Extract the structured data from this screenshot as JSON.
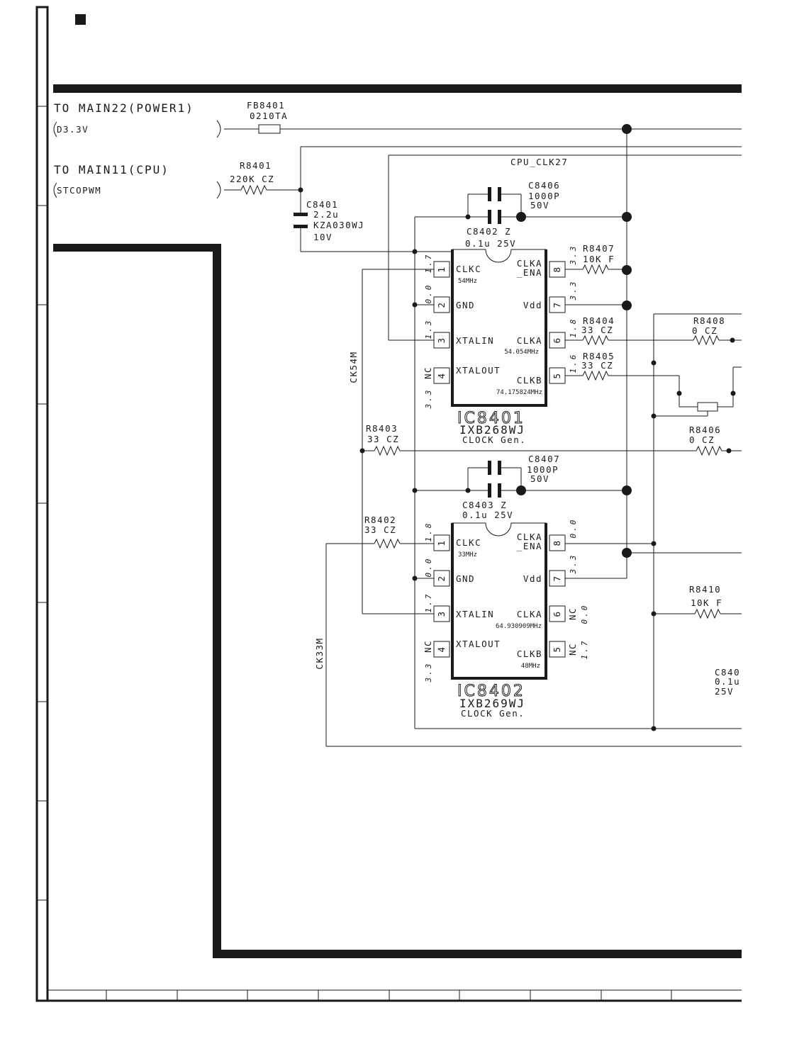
{
  "connectors": {
    "power": {
      "title": "TO MAIN22(POWER1)",
      "signal": "D3.3V"
    },
    "cpu": {
      "title": "TO MAIN11(CPU)",
      "signal": "STCOPWM"
    }
  },
  "nets": {
    "cpu_clk": "CPU_CLK27",
    "ck54": "CK54M",
    "ck33": "CK33M"
  },
  "components": {
    "fb8401": {
      "ref": "FB8401",
      "value": "0210TA"
    },
    "r8401": {
      "ref": "R8401",
      "value": "220K CZ"
    },
    "c8401": {
      "ref": "C8401",
      "value": "2.2u",
      "part": "KZA030WJ",
      "rating": "10V"
    },
    "c8406": {
      "ref": "C8406",
      "value": "1000P",
      "rating": "50V"
    },
    "c8402": {
      "ref": "C8402 Z",
      "value": "0.1u 25V"
    },
    "r8407": {
      "ref": "R8407",
      "value": "10K F"
    },
    "r8404": {
      "ref": "R8404",
      "value": "33 CZ"
    },
    "r8405": {
      "ref": "R8405",
      "value": "33 CZ"
    },
    "r8408": {
      "ref": "R8408",
      "value": "0 CZ"
    },
    "r8403": {
      "ref": "R8403",
      "value": "33 CZ"
    },
    "r8406": {
      "ref": "R8406",
      "value": "0 CZ"
    },
    "c8407": {
      "ref": "C8407",
      "value": "1000P",
      "rating": "50V"
    },
    "c8403": {
      "ref": "C8403 Z",
      "value": "0.1u 25V"
    },
    "r8402": {
      "ref": "R8402",
      "value": "33 CZ"
    },
    "r8410": {
      "ref": "R8410",
      "value": "10K F"
    },
    "c840x": {
      "ref": "C840",
      "value": "0.1u",
      "rating": "25V"
    }
  },
  "ic8401": {
    "ref": "IC8401",
    "part": "IXB268WJ",
    "desc": "CLOCK Gen.",
    "pins": {
      "p1": "CLKC",
      "p1_freq": "54MHz",
      "p2": "GND",
      "p3": "XTALIN",
      "p4": "XTALOUT",
      "p5": "CLKB",
      "p5_freq": "74.175824MHz",
      "p6": "CLKA",
      "p6_freq": "54.054MHz",
      "p7": "Vdd",
      "p8": "CLKA",
      "p8b": "_ENA"
    },
    "voltages": {
      "p1": "1.7",
      "p2": "0.0",
      "p3": "1.3",
      "p4": "3.3",
      "p5": "1.6",
      "p6": "1.8",
      "p7": "3.3",
      "p8": "3.3"
    }
  },
  "ic8402": {
    "ref": "IC8402",
    "part": "IXB269WJ",
    "desc": "CLOCK Gen.",
    "pins": {
      "p1": "CLKC",
      "p1_freq": "33MHz",
      "p2": "GND",
      "p3": "XTALIN",
      "p4": "XTALOUT",
      "p5": "CLKB",
      "p5_freq": "48MHz",
      "p6": "CLKA",
      "p6_freq": "64.930909MHz",
      "p7": "Vdd",
      "p8": "CLKA",
      "p8b": "_ENA"
    },
    "voltages": {
      "p1": "1.8",
      "p2": "0.0",
      "p3": "1.7",
      "p4": "3.3",
      "p5": "1.7",
      "p6": "0.0",
      "p7": "3.3",
      "p8": "0.0"
    }
  },
  "labels": {
    "nc": "NC"
  },
  "pin_numbers": [
    "1",
    "2",
    "3",
    "4",
    "5",
    "6",
    "7",
    "8"
  ]
}
